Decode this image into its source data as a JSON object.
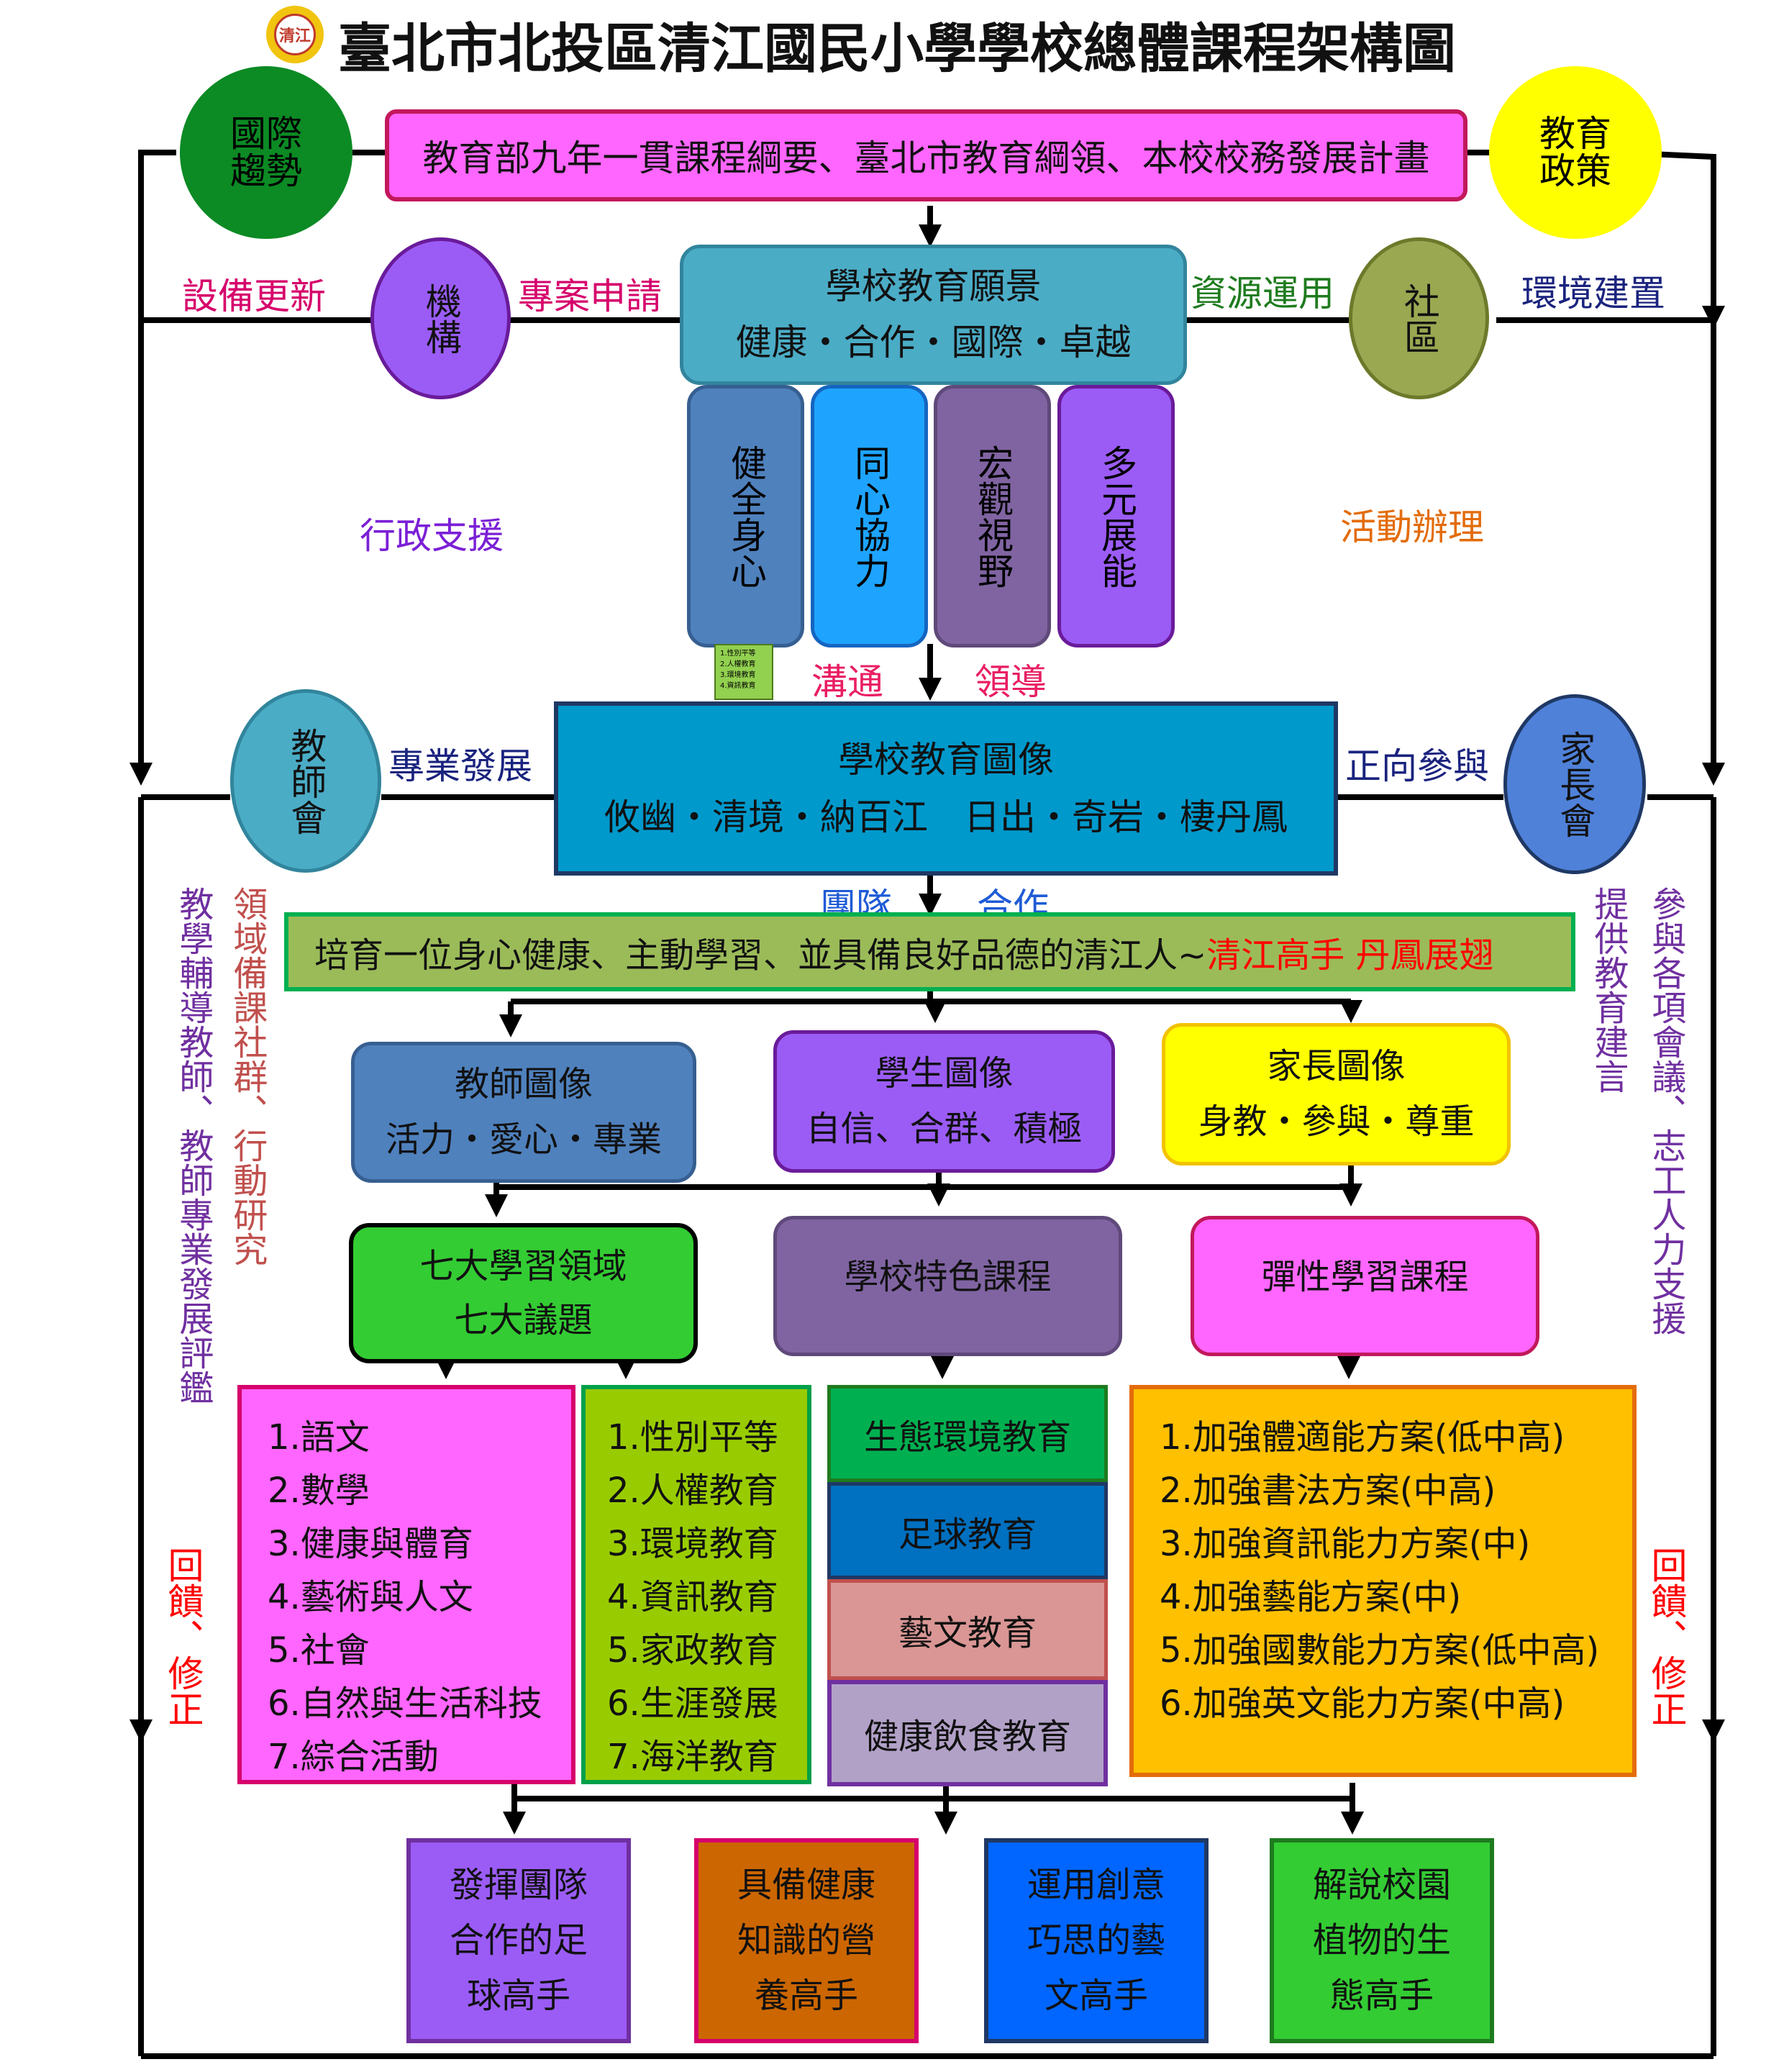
{
  "title": "臺北市北投區清江國民小學學校總體課程架構圖",
  "logo_text": "清江",
  "circles": {
    "international": "國際趨勢",
    "policy": "教育政策",
    "institution": "機構",
    "community": "社區",
    "teacher_assoc": "教師會",
    "parent_assoc": "家長會"
  },
  "top_box": "教育部九年一貫課程綱要、臺北市教育綱領、本校校務發展計畫",
  "vision": {
    "title": "學校教育願景",
    "values": "健康・合作・國際・卓越"
  },
  "pillars": [
    "健全身心",
    "同心協力",
    "宏觀視野",
    "多元展能"
  ],
  "small_note": [
    "1.性別平等",
    "2.人權教育",
    "3.環境教育",
    "4.資訊教育"
  ],
  "labels": {
    "equipment": "設備更新",
    "project": "專案申請",
    "resources": "資源運用",
    "environment": "環境建置",
    "admin_support": "行政支援",
    "activities": "活動辦理",
    "communication": "溝通",
    "leadership": "領導",
    "professional_dev": "專業發展",
    "positive_participation": "正向參與",
    "team": "團隊",
    "cooperation": "合作",
    "left_col1": "教學輔導教師、教師專業發展評鑑",
    "left_col2": "領域備課社群、行動研究",
    "right_col1": "提供教育建言",
    "right_col2": "參與各項會議、志工人力支援",
    "feedback_left": "回饋、修正",
    "feedback_right": "回饋、修正"
  },
  "image_box": {
    "title": "學校教育圖像",
    "text": "攸幽・清境・納百江　日出・奇岩・棲丹鳳"
  },
  "goal": {
    "text": "培育一位身心健康、主動學習、並具備良好品德的清江人~ ",
    "highlight": "清江高手  丹鳳展翅"
  },
  "portraits": {
    "teacher": {
      "title": "教師圖像",
      "text": "活力・愛心・專業"
    },
    "student": {
      "title": "學生圖像",
      "text": "自信、合群、積極"
    },
    "parent": {
      "title": "家長圖像",
      "text": "身教・參與・尊重"
    }
  },
  "courses": {
    "seven_domains": {
      "line1": "七大學習領域",
      "line2": "七大議題"
    },
    "feature": "學校特色課程",
    "flexible": "彈性學習課程"
  },
  "domains_list": [
    "1.語文",
    "2.數學",
    "3.健康與體育",
    "4.藝術與人文",
    "5.社會",
    "6.自然與生活科技",
    "7.綜合活動"
  ],
  "issues_list": [
    "1.性別平等",
    "2.人權教育",
    "3.環境教育",
    "4.資訊教育",
    "5.家政教育",
    "6.生涯發展",
    "7.海洋教育"
  ],
  "feature_list": [
    "生態環境教育",
    "足球教育",
    "藝文教育",
    "健康飲食教育"
  ],
  "flexible_list": [
    "1.加強體適能方案(低中高)",
    "2.加強書法方案(中高)",
    "3.加強資訊能力方案(中)",
    "4.加強藝能方案(中)",
    "5.加強國數能力方案(低中高)",
    "6.加強英文能力方案(中高)"
  ],
  "outcomes": [
    {
      "l1": "發揮團隊",
      "l2": "合作的足",
      "l3": "球高手"
    },
    {
      "l1": "具備健康",
      "l2": "知識的營",
      "l3": "養高手"
    },
    {
      "l1": "運用創意",
      "l2": "巧思的藝",
      "l3": "文高手"
    },
    {
      "l1": "解說校園",
      "l2": "植物的生",
      "l3": "態高手"
    }
  ]
}
